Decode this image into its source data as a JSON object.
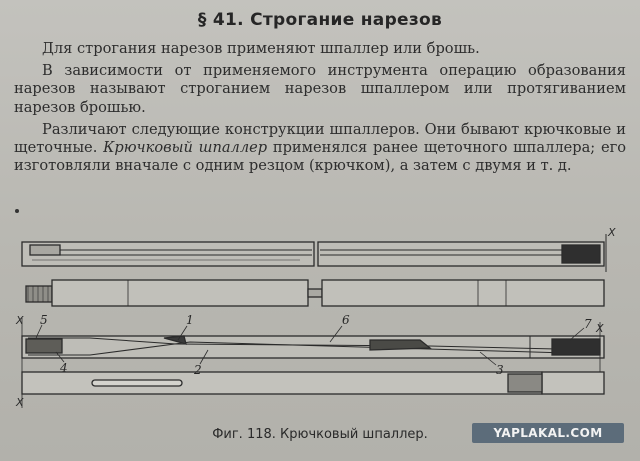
{
  "heading": "§ 41. Строгание нарезов",
  "paragraphs": [
    "Для строгания нарезов применяют шпаллер или брошь.",
    "В зависимости от применяемого инструмента операцию образования нарезов называют строганием нарезов шпаллером или протягиванием нарезов брошью."
  ],
  "para3": {
    "part1": "Различают следующие конструкции шпаллеров. Они бывают крючковые и щеточные. ",
    "italic": "Крючковый шпаллер",
    "part2": " применялся ранее щеточного шпаллера; его изготовляли вначале с одним резцом (крючком), а затем с двумя и т. д."
  },
  "figure": {
    "callouts": [
      "1",
      "2",
      "3",
      "4",
      "5",
      "6",
      "7"
    ],
    "section_mark": "X",
    "caption": "Фиг. 118. Крючковый шпаллер."
  },
  "watermark": "YAPLAKAL.COM"
}
